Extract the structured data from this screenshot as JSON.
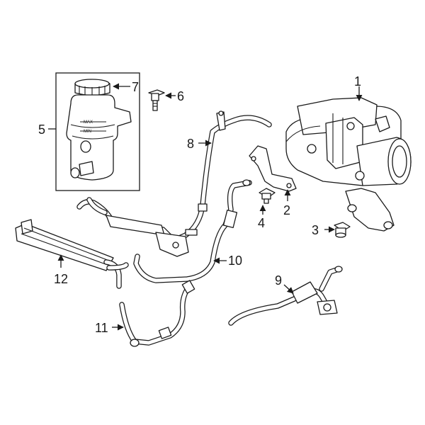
{
  "diagram": {
    "callouts": [
      {
        "id": "1",
        "label": "1"
      },
      {
        "id": "2",
        "label": "2"
      },
      {
        "id": "3",
        "label": "3"
      },
      {
        "id": "4",
        "label": "4"
      },
      {
        "id": "5",
        "label": "5"
      },
      {
        "id": "6",
        "label": "6"
      },
      {
        "id": "7",
        "label": "7"
      },
      {
        "id": "8",
        "label": "8"
      },
      {
        "id": "9",
        "label": "9"
      },
      {
        "id": "10",
        "label": "10"
      },
      {
        "id": "11",
        "label": "11"
      },
      {
        "id": "12",
        "label": "12"
      }
    ],
    "reservoir_marks": {
      "max": "MAX",
      "min": "MIN"
    },
    "colors": {
      "line": "#1a1a1a",
      "background": "#ffffff"
    }
  }
}
